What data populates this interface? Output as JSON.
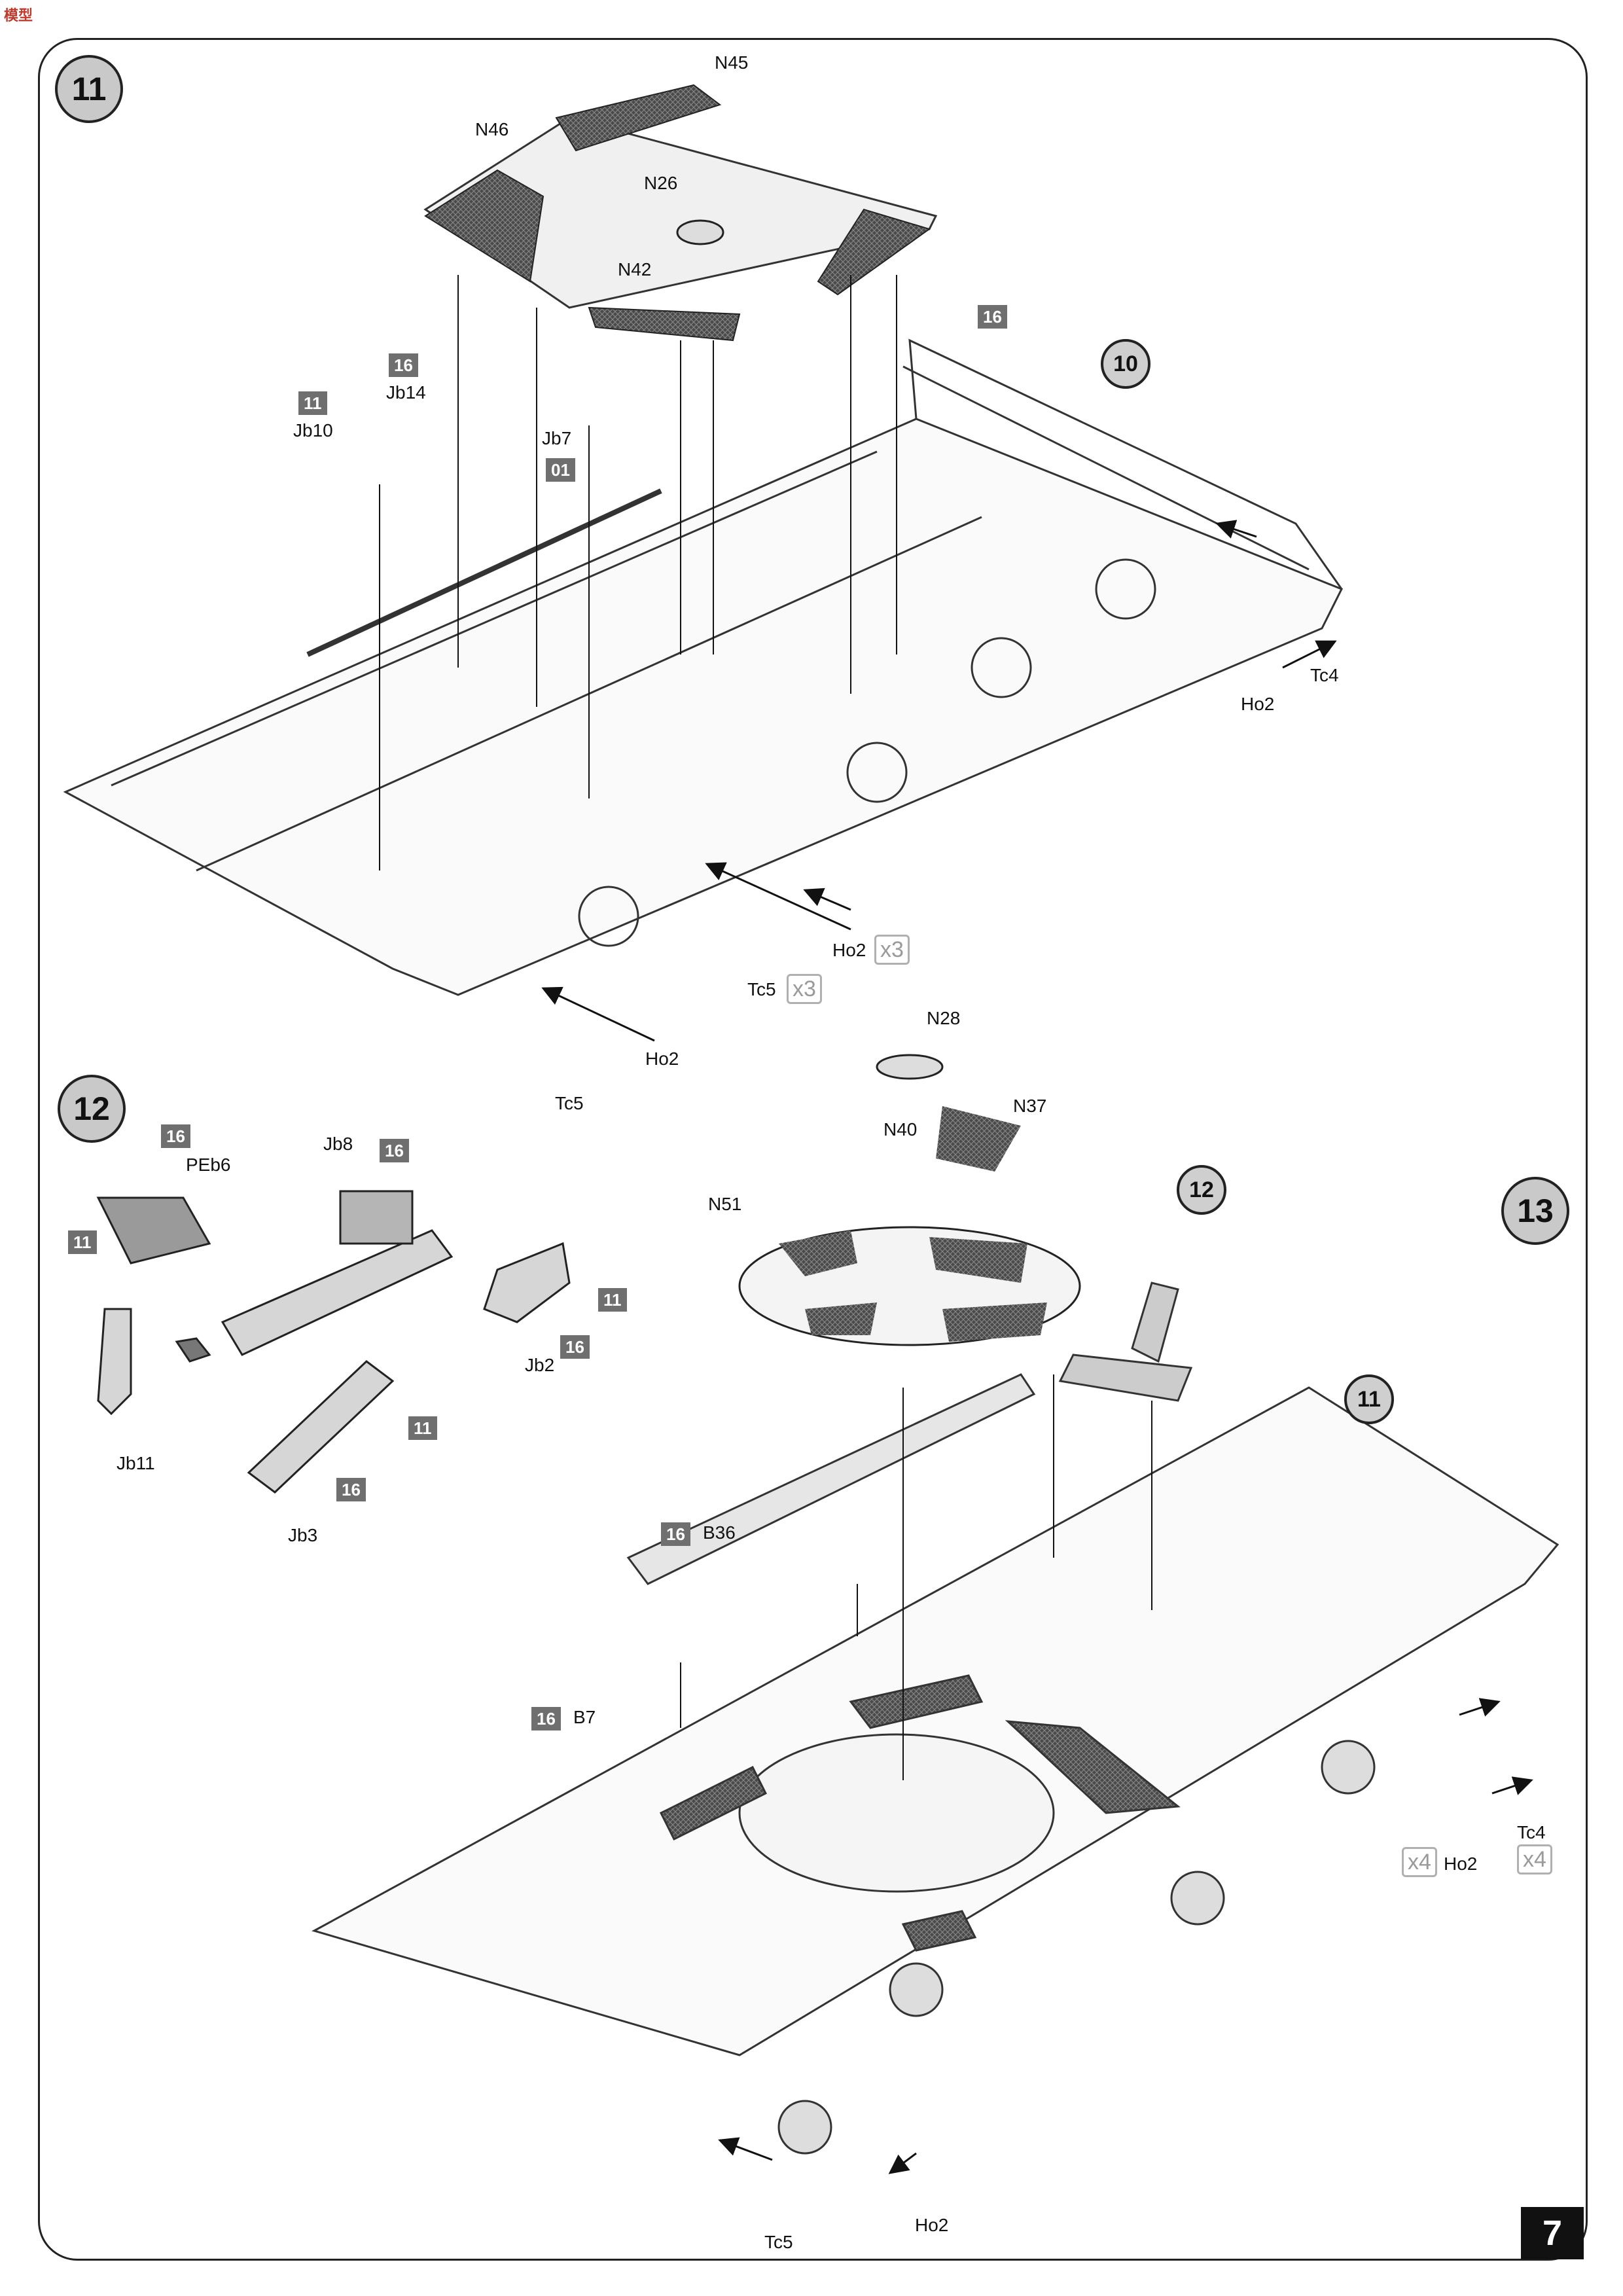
{
  "site_logo": "模型",
  "steps": {
    "s11": "11",
    "s12": "12",
    "s13": "13"
  },
  "refs": {
    "r10": "10",
    "r11": "11",
    "r12": "12"
  },
  "labels": {
    "N45": "N45",
    "N46": "N46",
    "N26": "N26",
    "N42": "N42",
    "Jb14": "Jb14",
    "Jb10": "Jb10",
    "Jb7": "Jb7",
    "Ho2_a": "Ho2",
    "Tc4_a": "Tc4",
    "Ho2_b": "Ho2",
    "Tc5_b": "Tc5",
    "Ho2_c": "Ho2",
    "Tc5_c": "Tc5",
    "N28": "N28",
    "N37": "N37",
    "N40": "N40",
    "N51": "N51",
    "PEb6": "PEb6",
    "Jb8": "Jb8",
    "Jb2": "Jb2",
    "Jb11": "Jb11",
    "Jb3": "Jb3",
    "B36": "B36",
    "B7": "B7",
    "Ho2_d": "Ho2",
    "Tc4_d": "Tc4",
    "Ho2_e": "Ho2",
    "Tc5_e": "Tc5"
  },
  "sprues": {
    "sp16_a": "16",
    "sp16_b": "16",
    "sp11_a": "11",
    "sp01": "01",
    "sp16_c": "16",
    "sp16_d": "16",
    "sp11_b": "11",
    "sp11_c": "11",
    "sp16_e": "16",
    "sp11_d": "11",
    "sp16_f": "16",
    "sp16_g": "16",
    "sp16_h": "16"
  },
  "quantities": {
    "q1": "x3",
    "q2": "x3",
    "q3": "x4",
    "q4": "x4"
  },
  "page_number": "7",
  "colors": {
    "frame": "#222222",
    "badge": "#c9c9c9",
    "sprue": "#6f6f6f",
    "mesh": "#555555"
  }
}
